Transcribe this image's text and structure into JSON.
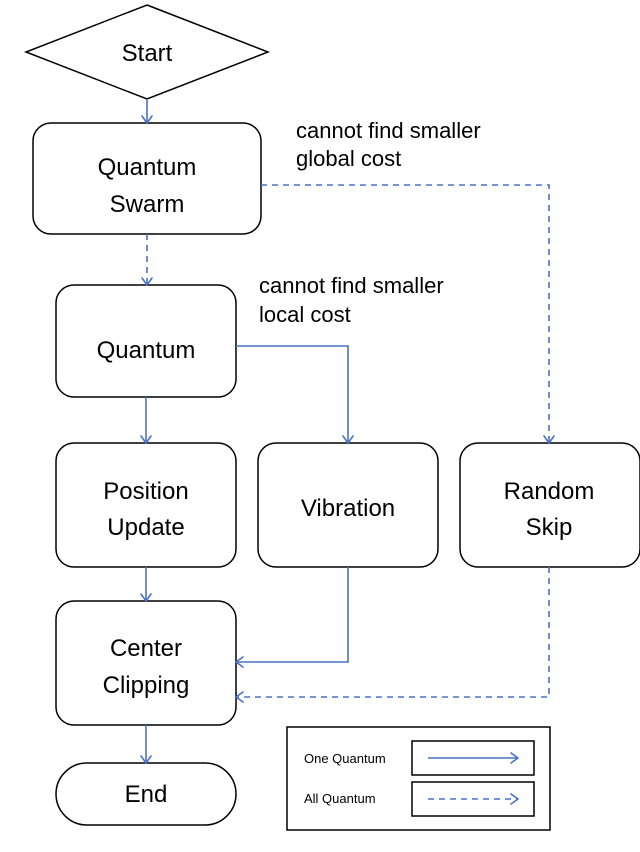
{
  "nodes": {
    "start": "Start",
    "quantum_swarm": [
      "Quantum",
      "Swarm"
    ],
    "quantum": "Quantum",
    "position_update": [
      "Position",
      "Update"
    ],
    "vibration": "Vibration",
    "random_skip": [
      "Random",
      "Skip"
    ],
    "center_clipping": [
      "Center",
      "Clipping"
    ],
    "end": "End"
  },
  "annotations": {
    "global": [
      "cannot find smaller",
      "global cost"
    ],
    "local": [
      "cannot find smaller",
      "local cost"
    ]
  },
  "legend": {
    "one_quantum": "One Quantum",
    "all_quantum": "All Quantum"
  },
  "colors": {
    "arrow": "#4a72c4",
    "box_border": "#000000"
  }
}
